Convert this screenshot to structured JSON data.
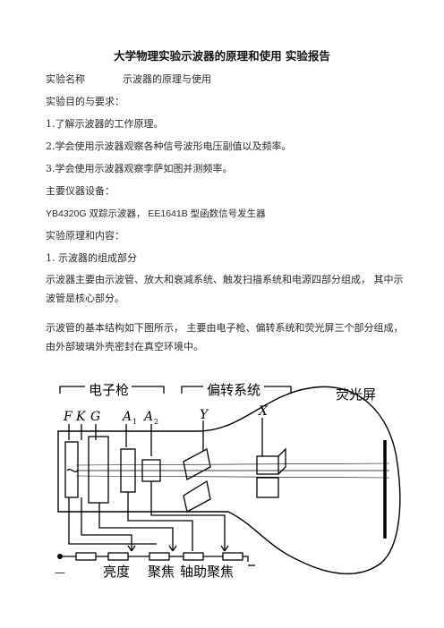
{
  "title": "大学物理实验示波器的原理和使用  实验报告",
  "experiment_name_label": "实验名称",
  "experiment_name_value": "示波器的原理与使用",
  "purpose_heading": "实验目的与要求：",
  "purpose_items": [
    "1.了解示波器的工作原理。",
    "2.学会使用示波器观察各种信号波形电压副值以及频率。",
    "3.学会使用示波器观察李萨如图并测频率。"
  ],
  "equipment_heading": "主要仪器设备：",
  "equipment_text": "YB4320G  双踪示波器，   EE1641B 型函数信号发生器",
  "principle_heading": "实验原理和内容：",
  "section1_heading": "1. 示波器的组成部分",
  "paragraph1": "示波器主要由示波管、放大和衰减系统、触发扫描系统和电源四部分组成，  其中示波管是核心部分。",
  "paragraph2": "示波管的基本结构如下图所示，   主要由电子枪、偏转系统和荧光屏三个部分组成，   由外部玻璃外壳密封在真空环境中。",
  "figure": {
    "group_electron_gun": "电子枪",
    "group_deflection": "偏转系统",
    "screen_label": "荧光屏",
    "electrodes": [
      "F",
      "K",
      "G",
      "A",
      "A"
    ],
    "electrode_subscripts": [
      "1",
      "2"
    ],
    "plate_y": "Y",
    "plate_x": "X",
    "control_brightness": "亮度",
    "control_focus": "聚焦",
    "control_aux_focus": "轴助聚焦",
    "minus_sign": "—"
  }
}
